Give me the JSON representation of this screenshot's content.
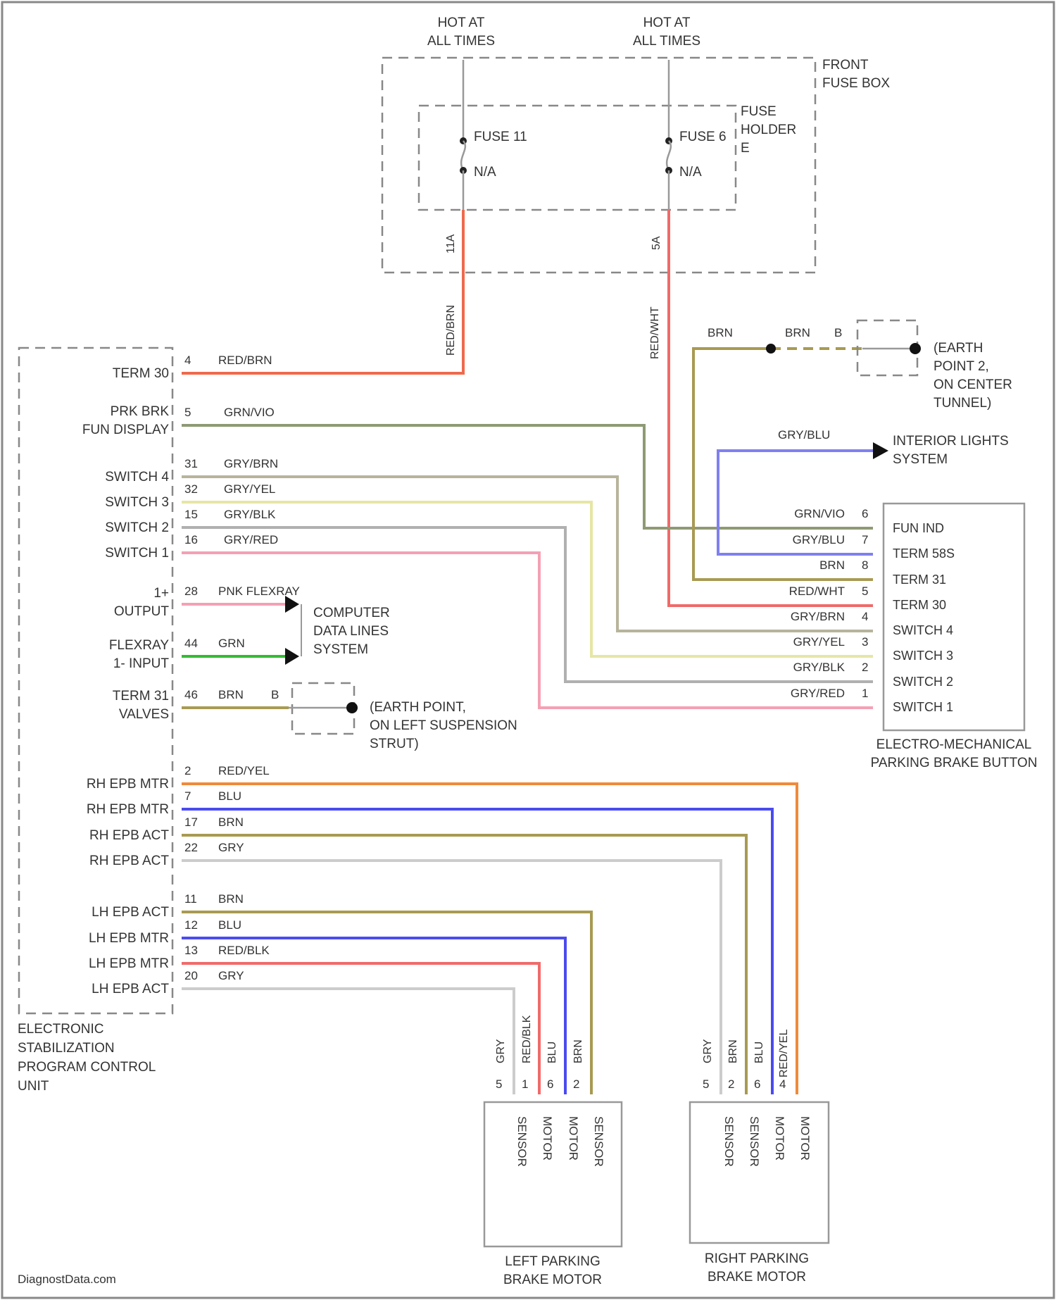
{
  "colors": {
    "red": "#f06a6a",
    "orange": "#f08a3a",
    "redbrn": "#ee6a4c",
    "blue": "#4b4bf0",
    "brn": "#a89a52",
    "grn": "#33bb33",
    "gry": "#cccccc",
    "gryvio": "#8e9a74",
    "grybrn": "#b8b49c",
    "gryyel": "#e6e6a6",
    "grybl_k": "#b0b0b0",
    "pink": "#f4a0b4",
    "lightblue": "#8080f0"
  },
  "top": {
    "hot1": [
      "HOT AT",
      "ALL TIMES"
    ],
    "hot2": [
      "HOT AT",
      "ALL TIMES"
    ],
    "front_fuse_box": [
      "FRONT",
      "FUSE BOX"
    ],
    "fuse_holder": [
      "FUSE",
      "HOLDER",
      "E"
    ],
    "fuse11": "FUSE 11",
    "fuse6": "FUSE 6",
    "na1": "N/A",
    "na2": "N/A",
    "amp1": "11A",
    "amp2": "5A",
    "wire1": "RED/BRN",
    "wire2": "RED/WHT"
  },
  "ecu": {
    "name": [
      "ELECTRONIC",
      "STABILIZATION",
      "PROGRAM CONTROL",
      "UNIT"
    ],
    "term30": "TERM 30",
    "prk_brk": [
      "PRK BRK",
      "FUN DISPLAY"
    ],
    "switches": [
      "SWITCH 4",
      "SWITCH 3",
      "SWITCH 2",
      "SWITCH 1"
    ],
    "flex_out": [
      "1+",
      "OUTPUT"
    ],
    "flex_in": [
      "FLEXRAY",
      "1- INPUT"
    ],
    "term31": [
      "TERM 31",
      "VALVES"
    ],
    "rh": [
      "RH EPB MTR",
      "RH EPB MTR",
      "RH EPB ACT",
      "RH EPB ACT"
    ],
    "lh": [
      "LH EPB ACT",
      "LH EPB MTR",
      "LH EPB MTR",
      "LH EPB ACT"
    ]
  },
  "pins": {
    "p4": "4",
    "w4": "RED/BRN",
    "p5": "5",
    "w5": "GRN/VIO",
    "p31": "31",
    "w31": "GRY/BRN",
    "p32": "32",
    "w32": "GRY/YEL",
    "p15": "15",
    "w15": "GRY/BLK",
    "p16": "16",
    "w16": "GRY/RED",
    "p28": "28",
    "w28": "PNK FLEXRAY",
    "p44": "44",
    "w44": "GRN",
    "p46": "46",
    "w46": "BRN",
    "b46": "B",
    "p2": "2",
    "w2": "RED/YEL",
    "p7": "7",
    "w7": "BLU",
    "p17": "17",
    "w17": "BRN",
    "p22": "22",
    "w22": "GRY",
    "p11": "11",
    "w11": "BRN",
    "p12": "12",
    "w12": "BLU",
    "p13": "13",
    "w13": "RED/BLK",
    "p20": "20",
    "w20": "GRY"
  },
  "computer": [
    "COMPUTER",
    "DATA LINES",
    "SYSTEM"
  ],
  "earth_left": [
    "(EARTH POINT,",
    "ON LEFT SUSPENSION",
    "STRUT)"
  ],
  "earth2": {
    "wire": "BRN",
    "wire2": "BRN",
    "b": "B",
    "label": [
      "(EARTH",
      "POINT 2,",
      "ON CENTER",
      "TUNNEL)"
    ]
  },
  "interior": {
    "wire": "GRY/BLU",
    "label": [
      "INTERIOR LIGHTS",
      "SYSTEM"
    ]
  },
  "button": {
    "name": [
      "ELECTRO-MECHANICAL",
      "PARKING BRAKE BUTTON"
    ],
    "rows": [
      {
        "wire": "GRN/VIO",
        "pin": "6",
        "term": "FUN IND"
      },
      {
        "wire": "GRY/BLU",
        "pin": "7",
        "term": "TERM 58S"
      },
      {
        "wire": "BRN",
        "pin": "8",
        "term": "TERM 31"
      },
      {
        "wire": "RED/WHT",
        "pin": "5",
        "term": "TERM 30"
      },
      {
        "wire": "GRY/BRN",
        "pin": "4",
        "term": "SWITCH 4"
      },
      {
        "wire": "GRY/YEL",
        "pin": "3",
        "term": "SWITCH 3"
      },
      {
        "wire": "GRY/BLK",
        "pin": "2",
        "term": "SWITCH 2"
      },
      {
        "wire": "GRY/RED",
        "pin": "1",
        "term": "SWITCH 1"
      }
    ]
  },
  "left_motor": {
    "wires": [
      "GRY",
      "RED/BLK",
      "BLU",
      "BRN"
    ],
    "pins": [
      "5",
      "1",
      "6",
      "2"
    ],
    "terms": [
      "SENSOR",
      "MOTOR",
      "MOTOR",
      "SENSOR"
    ],
    "name": [
      "LEFT PARKING",
      "BRAKE MOTOR"
    ]
  },
  "right_motor": {
    "wires": [
      "GRY",
      "BRN",
      "BLU",
      "RED/YEL"
    ],
    "pins": [
      "5",
      "2",
      "6",
      "4"
    ],
    "terms": [
      "SENSOR",
      "SENSOR",
      "MOTOR",
      "MOTOR"
    ],
    "name": [
      "RIGHT PARKING",
      "BRAKE MOTOR"
    ]
  },
  "watermark": "DiagnostData.com"
}
